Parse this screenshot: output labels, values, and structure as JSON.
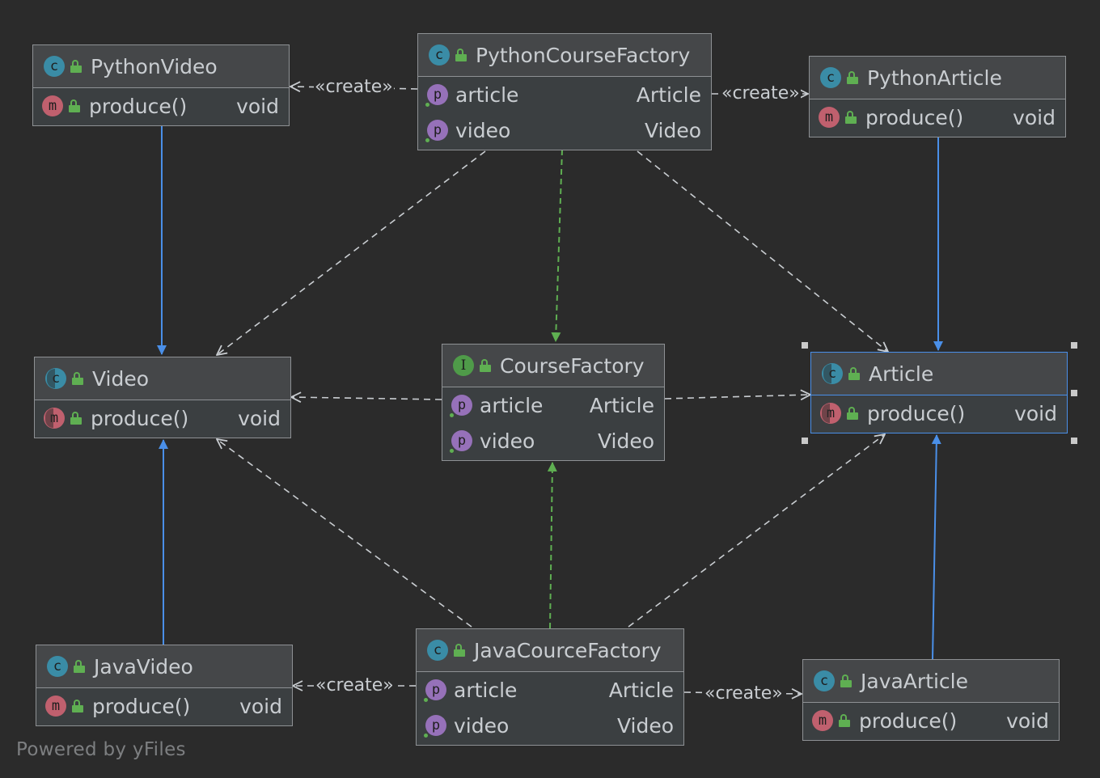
{
  "nodes": {
    "python_video": {
      "kind": "c",
      "title": "PythonVideo",
      "rows": [
        {
          "kind": "m",
          "name": "produce()",
          "type": "void"
        }
      ]
    },
    "python_course_factory": {
      "kind": "c",
      "title": "PythonCourseFactory",
      "rows": [
        {
          "kind": "p",
          "name": "article",
          "type": "Article"
        },
        {
          "kind": "p",
          "name": "video",
          "type": "Video"
        }
      ]
    },
    "python_article": {
      "kind": "c",
      "title": "PythonArticle",
      "rows": [
        {
          "kind": "m",
          "name": "produce()",
          "type": "void"
        }
      ]
    },
    "video": {
      "kind": "c",
      "abstract": true,
      "title": "Video",
      "rows": [
        {
          "kind": "m",
          "name": "produce()",
          "type": "void"
        }
      ]
    },
    "course_factory": {
      "kind": "i",
      "title": "CourseFactory",
      "rows": [
        {
          "kind": "p",
          "name": "article",
          "type": "Article"
        },
        {
          "kind": "p",
          "name": "video",
          "type": "Video"
        }
      ]
    },
    "article": {
      "kind": "c",
      "abstract": true,
      "title": "Article",
      "selected": true,
      "rows": [
        {
          "kind": "m",
          "name": "produce()",
          "type": "void"
        }
      ]
    },
    "java_video": {
      "kind": "c",
      "title": "JavaVideo",
      "rows": [
        {
          "kind": "m",
          "name": "produce()",
          "type": "void"
        }
      ]
    },
    "java_cource_factory": {
      "kind": "c",
      "title": "JavaCourceFactory",
      "rows": [
        {
          "kind": "p",
          "name": "article",
          "type": "Article"
        },
        {
          "kind": "p",
          "name": "video",
          "type": "Video"
        }
      ]
    },
    "java_article": {
      "kind": "c",
      "title": "JavaArticle",
      "rows": [
        {
          "kind": "m",
          "name": "produce()",
          "type": "void"
        }
      ]
    }
  },
  "badge_letters": {
    "c": "c",
    "i": "I",
    "m": "m",
    "p": "p"
  },
  "edge_labels": {
    "create": "«create»"
  },
  "colors": {
    "background": "#2b2b2b",
    "inheritance": "#4a8fe8",
    "realization": "#5faf52",
    "dependency": "#c9cdd1",
    "border": "#8e9194",
    "selection": "#4a8fe8"
  },
  "footer": "Powered by yFiles"
}
